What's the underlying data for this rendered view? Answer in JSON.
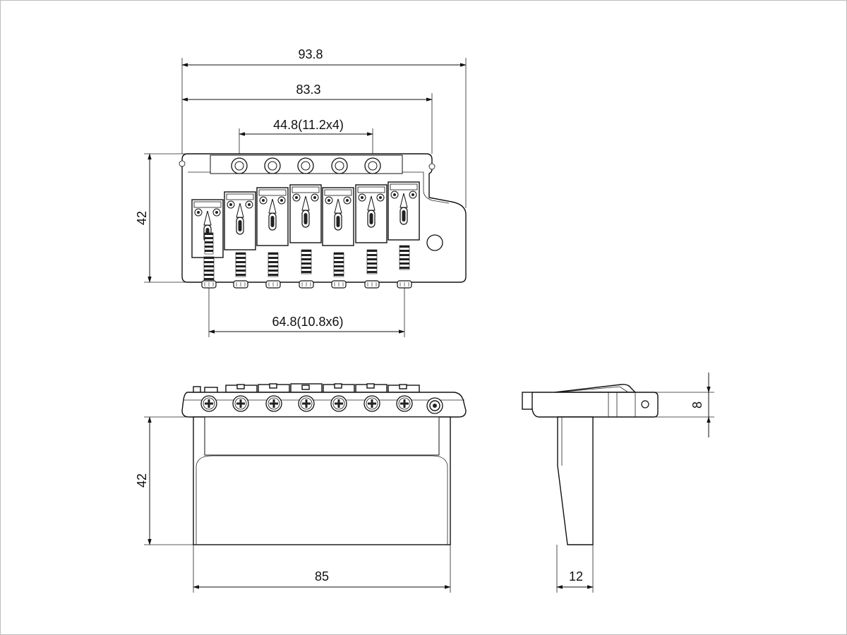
{
  "dimensions": {
    "top_overall_width": "93.8",
    "top_plate_width": "83.3",
    "top_screw_spacing": "44.8(11.2x4)",
    "top_height": "42",
    "top_string_spacing": "64.8(10.8x6)",
    "front_height": "42",
    "front_block_width": "85",
    "side_block_depth": "12",
    "side_plate_thickness": "8"
  }
}
